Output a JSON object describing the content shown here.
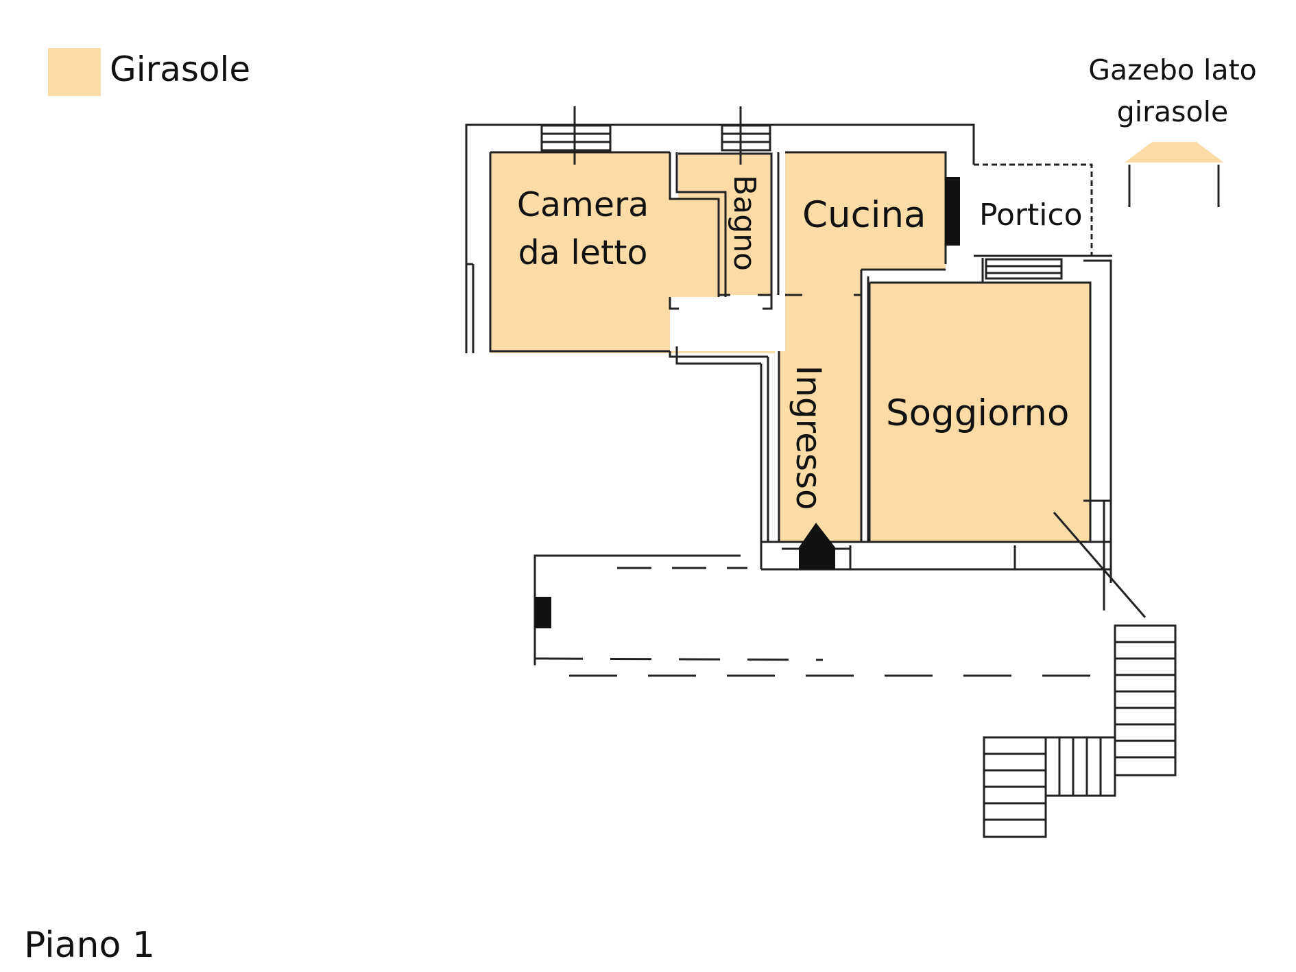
{
  "colors": {
    "girasole_fill": "#fbdba6",
    "wall_line": "#222222",
    "background": "#ffffff"
  },
  "legend": {
    "label": "Girasole"
  },
  "gazebo": {
    "label": "Gazebo lato girasole",
    "icon": "gazebo-icon"
  },
  "rooms": {
    "camera": "Camera da letto",
    "bagno": "Bagno",
    "cucina": "Cucina",
    "portico": "Portico",
    "ingresso": "Ingresso",
    "soggiorno": "Soggiorno"
  },
  "floor_label": "Piano 1"
}
